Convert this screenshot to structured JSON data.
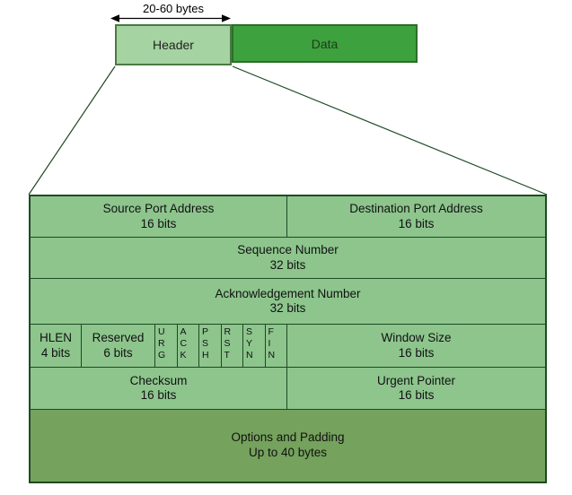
{
  "packet": {
    "size_label": "20-60 bytes",
    "header_label": "Header",
    "data_label": "Data"
  },
  "header_fields": {
    "source_port": "Source Port Address\n16 bits",
    "destination_port": "Destination Port Address\n16 bits",
    "sequence_number": "Sequence Number\n32 bits",
    "acknowledgement_number": "Acknowledgement Number\n32 bits",
    "hlen": "HLEN\n4 bits",
    "reserved": "Reserved\n6 bits",
    "flags": [
      "U\nR\nG",
      "A\nC\nK",
      "P\nS\nH",
      "R\nS\nT",
      "S\nY\nN",
      "F\nI\nN"
    ],
    "window_size": "Window Size\n16 bits",
    "checksum": "Checksum\n16 bits",
    "urgent_pointer": "Urgent Pointer\n16 bits",
    "options": "Options and Padding\nUp to 40 bytes"
  },
  "colors": {
    "header_box_fill": "#a5d3a1",
    "header_box_stroke": "#4a7b42",
    "data_box_fill": "#3da13d",
    "data_box_stroke": "#2b6e2b",
    "table_row_fill": "#8dc58d",
    "options_row_fill": "#75a25d",
    "table_stroke": "#1d4a24",
    "arrow_color": "#000000",
    "text_color": "#111111"
  }
}
